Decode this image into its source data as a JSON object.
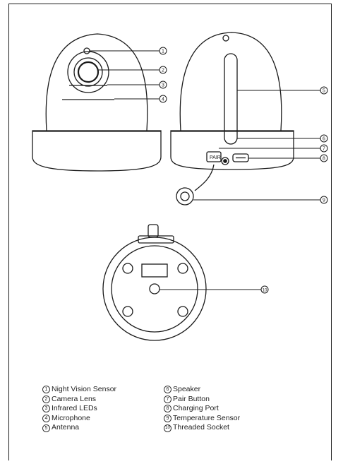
{
  "callouts": [
    {
      "num": "1",
      "label": "Night Vision Sensor"
    },
    {
      "num": "2",
      "label": "Camera Lens"
    },
    {
      "num": "3",
      "label": "Infrared LEDs"
    },
    {
      "num": "4",
      "label": "Microphone"
    },
    {
      "num": "5",
      "label": "Antenna"
    },
    {
      "num": "6",
      "label": "Speaker"
    },
    {
      "num": "7",
      "label": "Pair Button"
    },
    {
      "num": "8",
      "label": "Charging Port"
    },
    {
      "num": "9",
      "label": "Temperature Sensor"
    },
    {
      "num": "10",
      "label": "Threaded Socket"
    }
  ],
  "port_label": "PAIR"
}
